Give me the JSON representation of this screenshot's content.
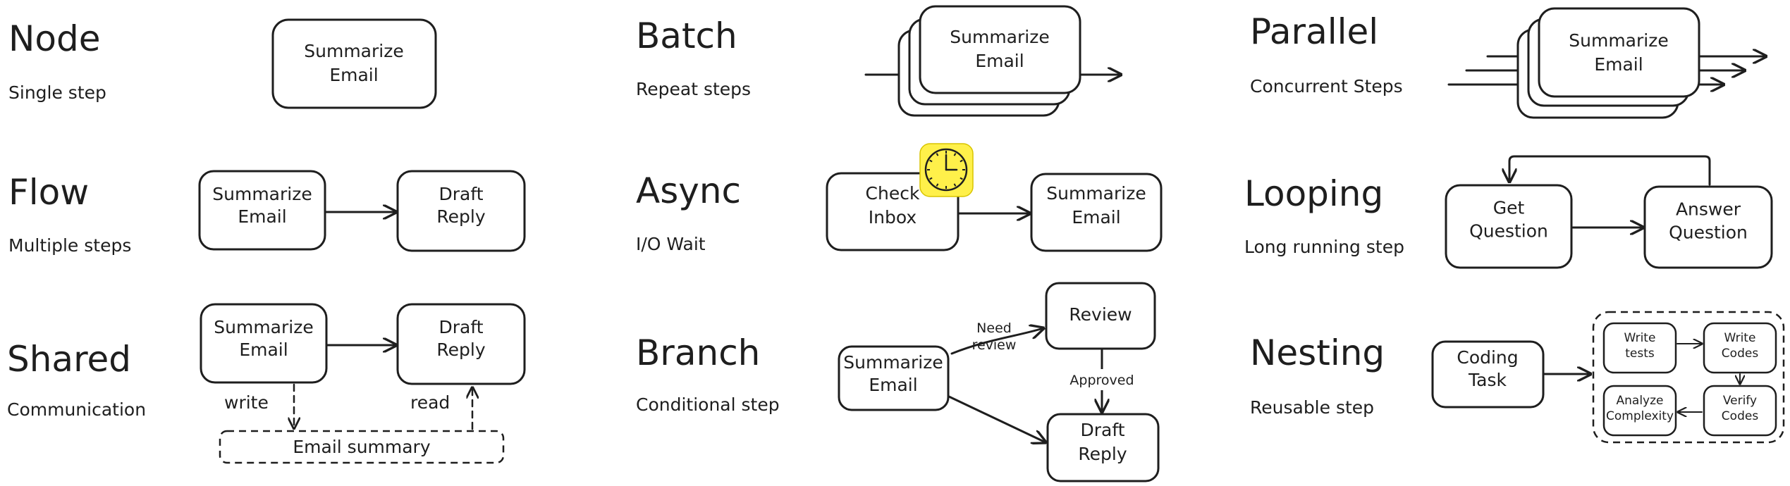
{
  "diagram": {
    "node": {
      "title": "Node",
      "subtitle": "Single step",
      "box": "Summarize\nEmail"
    },
    "batch": {
      "title": "Batch",
      "subtitle": "Repeat steps",
      "box": "Summarize\nEmail"
    },
    "parallel": {
      "title": "Parallel",
      "subtitle": "Concurrent Steps",
      "box": "Summarize\nEmail"
    },
    "flow": {
      "title": "Flow",
      "subtitle": "Multiple steps",
      "box1": "Summarize\nEmail",
      "box2": "Draft\nReply"
    },
    "async": {
      "title": "Async",
      "subtitle": "I/O Wait",
      "box1": "Check\nInbox",
      "box2": "Summarize\nEmail",
      "clock_color": "#fff04a"
    },
    "looping": {
      "title": "Looping",
      "subtitle": "Long running step",
      "box1": "Get\nQuestion",
      "box2": "Answer\nQuestion"
    },
    "shared": {
      "title": "Shared",
      "subtitle": "Communication",
      "box1": "Summarize\nEmail",
      "box2": "Draft\nReply",
      "store": "Email summary",
      "write_label": "write",
      "read_label": "read"
    },
    "branch": {
      "title": "Branch",
      "subtitle": "Conditional step",
      "source": "Summarize\nEmail",
      "review": "Review",
      "draft": "Draft\nReply",
      "need_review_label": "Need\nreview",
      "approved_label": "Approved"
    },
    "nesting": {
      "title": "Nesting",
      "subtitle": "Reusable step",
      "outer": "Coding\nTask",
      "inner": [
        "Write\ntests",
        "Write\nCodes",
        "Verify\nCodes",
        "Analyze\nComplexity"
      ]
    }
  }
}
